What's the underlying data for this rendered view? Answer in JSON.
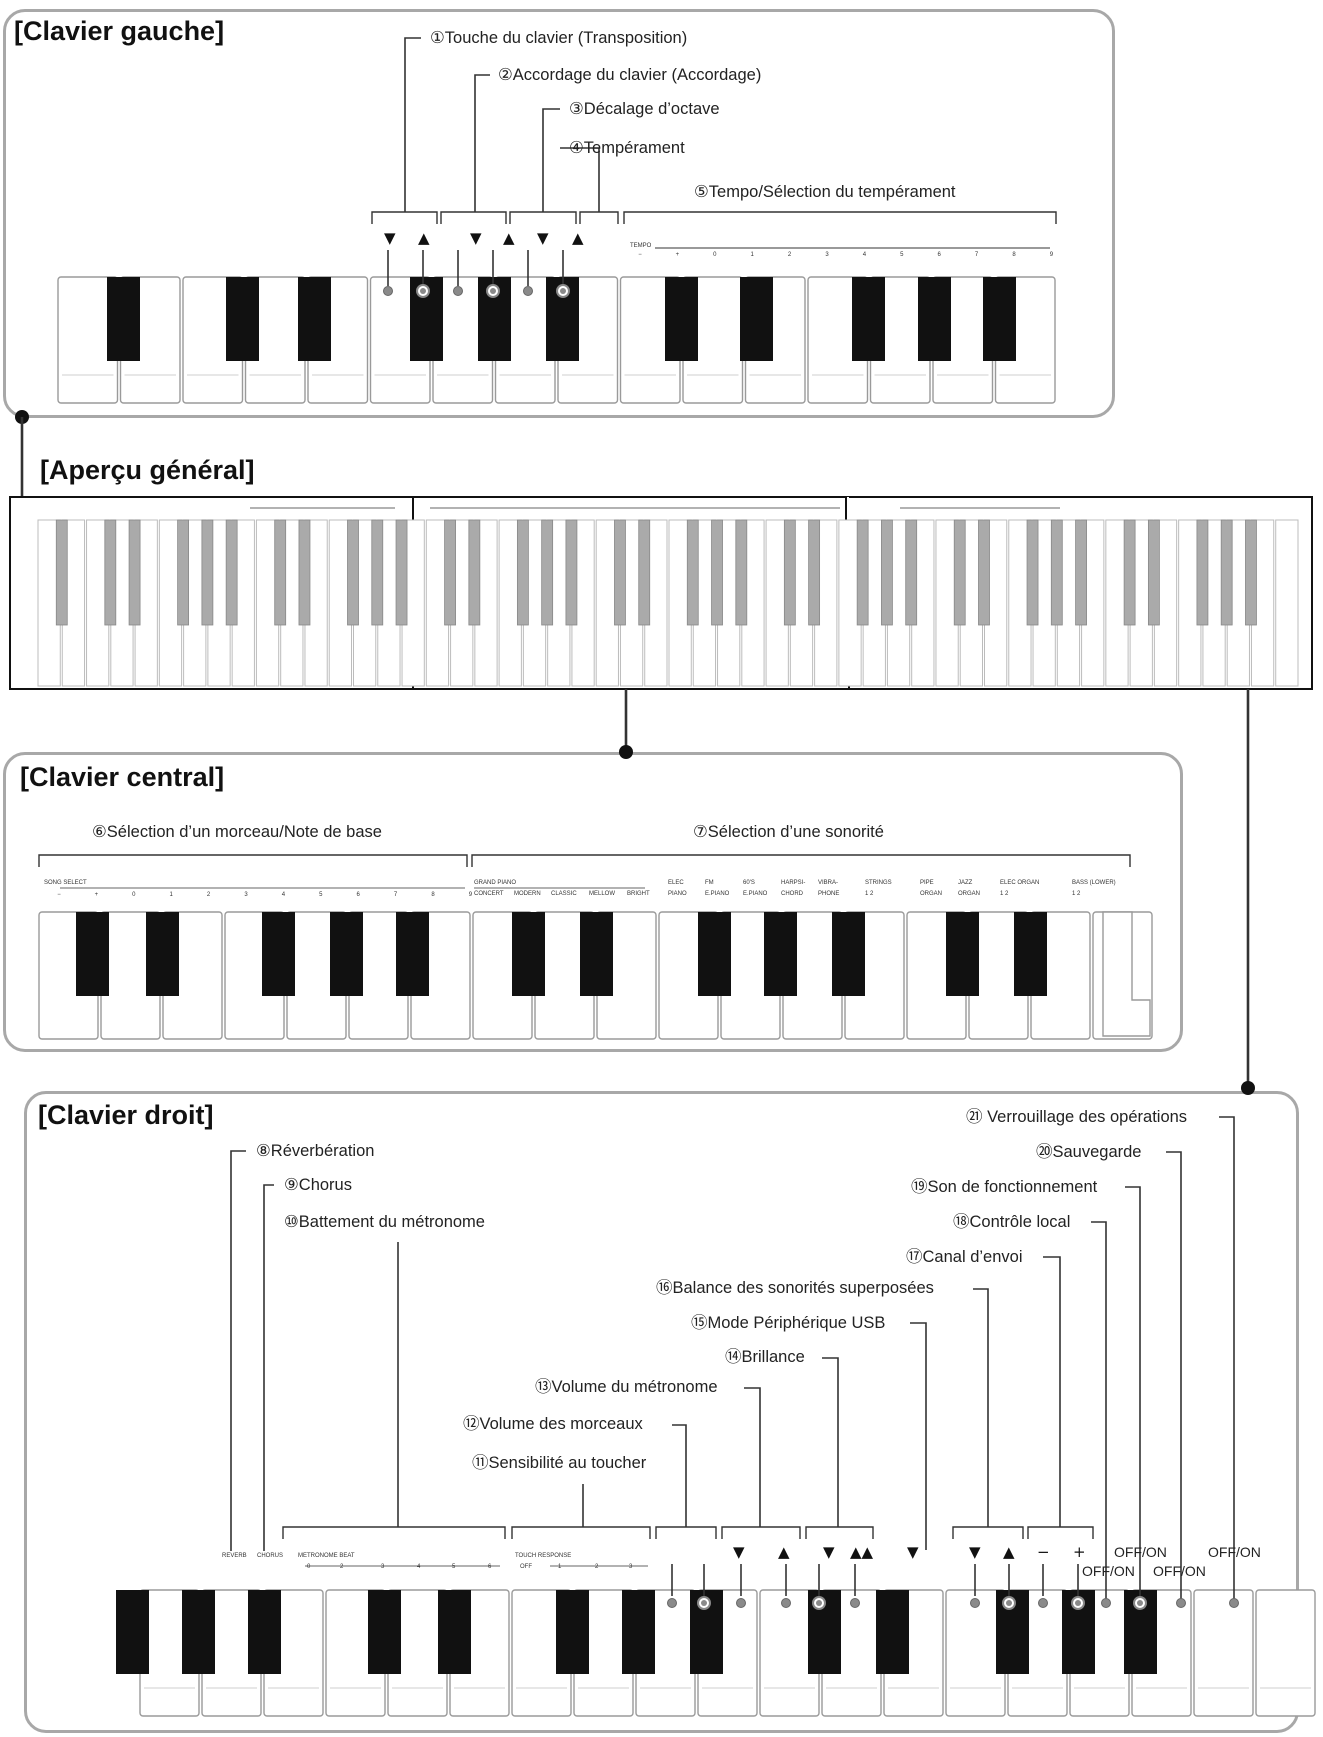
{
  "panels": {
    "left": "[Clavier gauche]",
    "overview": "[Aperçu général]",
    "center": "[Clavier central]",
    "right": "[Clavier droit]"
  },
  "callouts_left": {
    "c1": "①Touche du clavier (Transposition)",
    "c2": "②Accordage du clavier (Accordage)",
    "c3": "③Décalage d’octave",
    "c4": "④Tempérament",
    "c5": "⑤Tempo/Sélection du tempérament"
  },
  "callouts_center": {
    "c6": "⑥Sélection d’un morceau/Note de base",
    "c7": "⑦Sélection d’une sonorité"
  },
  "callouts_right": {
    "c8": "⑧Réverbération",
    "c9": "⑨Chorus",
    "c10": "⑩Battement du métronome",
    "c11": "⑪Sensibilité au toucher",
    "c12": "⑫Volume des morceaux",
    "c13": "⑬Volume du métronome",
    "c14": "⑭Brillance",
    "c15": "⑮Mode Périphérique USB",
    "c16": "⑯Balance des sonorités superposées",
    "c17": "⑰Canal d’envoi",
    "c18": "⑱Contrôle local",
    "c19": "⑲Son de fonctionnement",
    "c20": "⑳Sauvegarde",
    "c21": "㉑ Verrouillage des opérations"
  },
  "key_labels": {
    "tempo": "TEMPO",
    "tempo_ticks": [
      "−",
      "+",
      "0",
      "1",
      "2",
      "3",
      "4",
      "5",
      "6",
      "7",
      "8",
      "9"
    ],
    "song_select": "SONG SELECT",
    "song_ticks": [
      "−",
      "+",
      "0",
      "1",
      "2",
      "3",
      "4",
      "5",
      "6",
      "7",
      "8",
      "9"
    ],
    "tones": [
      {
        "top": "GRAND PIANO",
        "bottom": "CONCERT"
      },
      {
        "top": "",
        "bottom": "MODERN"
      },
      {
        "top": "",
        "bottom": "CLASSIC"
      },
      {
        "top": "",
        "bottom": "MELLOW"
      },
      {
        "top": "",
        "bottom": "BRIGHT"
      },
      {
        "top": "ELEC",
        "bottom": "PIANO"
      },
      {
        "top": "FM",
        "bottom": "E.PIANO"
      },
      {
        "top": "60'S",
        "bottom": "E.PIANO"
      },
      {
        "top": "HARPSI-",
        "bottom": "CHORD"
      },
      {
        "top": "VIBRA-",
        "bottom": "PHONE"
      },
      {
        "top": "STRINGS",
        "bottom": "1        2"
      },
      {
        "top": "PIPE",
        "bottom": "ORGAN"
      },
      {
        "top": "JAZZ",
        "bottom": "ORGAN"
      },
      {
        "top": "ELEC ORGAN",
        "bottom": "1        2"
      },
      {
        "top": "BASS (LOWER)",
        "bottom": "1        2"
      }
    ],
    "reverb": "REVERB",
    "chorus": "CHORUS",
    "metronome_beat": "METRONOME BEAT",
    "beat_ticks": [
      "0",
      "2",
      "3",
      "4",
      "5",
      "6"
    ],
    "touch_response": "TOUCH RESPONSE",
    "touch_ticks": [
      "OFF",
      "1",
      "2",
      "3"
    ]
  },
  "right_symbols": {
    "down": "▼",
    "up": "▲",
    "double_up": "▲▲",
    "minus": "−",
    "plus": "+",
    "off_on": "OFF/ON"
  },
  "left_symbols": {
    "down": "▼",
    "up": "▲"
  },
  "colors": {
    "panel_border": "#a8a8a8",
    "black_key": "#111111",
    "key_outline": "#9a9a9a",
    "dot": "#8a8a8a"
  }
}
